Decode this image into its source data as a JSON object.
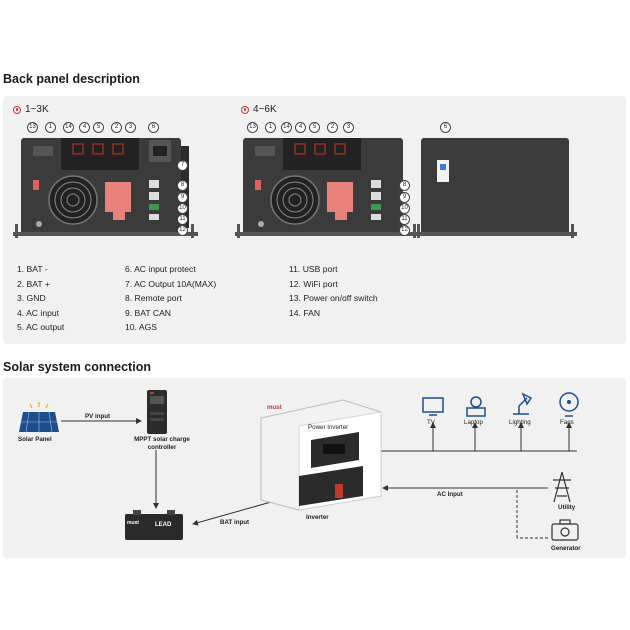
{
  "back_panel": {
    "title": "Back panel description",
    "model_a": "1~3K",
    "model_b": "4~6K",
    "callouts_a": [
      "13",
      "1",
      "14",
      "4",
      "5",
      "2",
      "3",
      "6",
      "7",
      "8",
      "9",
      "10",
      "11",
      "12"
    ],
    "callouts_b": [
      "13",
      "1",
      "14",
      "4",
      "5",
      "2",
      "3",
      "8",
      "9",
      "10",
      "11",
      "12"
    ],
    "callout_side": "6",
    "legend_col1": [
      "1.  BAT -",
      "2.  BAT +",
      "3.  GND",
      "4.  AC input",
      "5.  AC output"
    ],
    "legend_col2": [
      "6.  AC input protect",
      "7.  AC Output 10A(MAX)",
      "8.  Remote port",
      "9.  BAT CAN",
      "10. AGS"
    ],
    "legend_col3": [
      "11. USB port",
      "12. WiFi port",
      "13. Power on/off switch",
      "14. FAN"
    ]
  },
  "solar": {
    "title": "Solar system connection",
    "solar_panel": "Solar Panel",
    "pv_input": "PV input",
    "controller": "MPPT solar charge controller",
    "bat_input": "BAT input",
    "inverter": "Inverter",
    "inverter_brand": "must",
    "inverter_model": "Power Inverter",
    "battery_brand": "must",
    "battery_model": "LEAD",
    "ac_input": "AC Input",
    "loads": [
      "TV",
      "Laptop",
      "Lighting",
      "Fans"
    ],
    "utility": "Utility",
    "generator": "Generator"
  },
  "colors": {
    "accent": "#c0392b",
    "panel_bg": "#f1f1f1",
    "device": "#3b3b3b"
  }
}
